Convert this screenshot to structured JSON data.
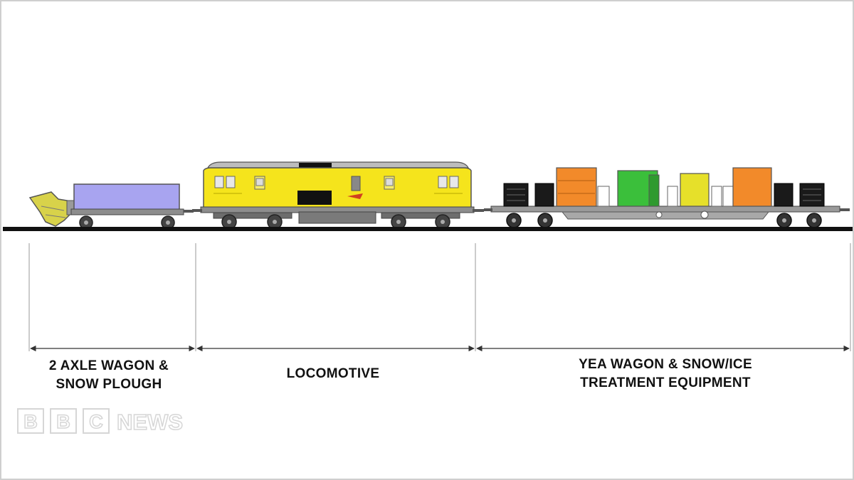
{
  "segments": [
    {
      "id": "plough",
      "label_lines": [
        "2 AXLE WAGON &",
        "SNOW PLOUGH"
      ]
    },
    {
      "id": "locomotive",
      "label_lines": [
        "LOCOMOTIVE"
      ]
    },
    {
      "id": "yea",
      "label_lines": [
        "YEA WAGON & SNOW/ICE",
        "TREATMENT EQUIPMENT"
      ]
    }
  ],
  "watermark": {
    "letters": [
      "B",
      "B",
      "C"
    ],
    "word": "NEWS"
  },
  "colors": {
    "plough_wagon_body": "#a8a4f0",
    "snow_plough": "#d8d24a",
    "locomotive_body": "#f5e41c",
    "tank_orange": "#f28a2a",
    "tank_green": "#3bbf3b",
    "tank_yellow": "#e6e02a",
    "frame_gray": "#9a9a9a",
    "rail_black": "#111111"
  }
}
